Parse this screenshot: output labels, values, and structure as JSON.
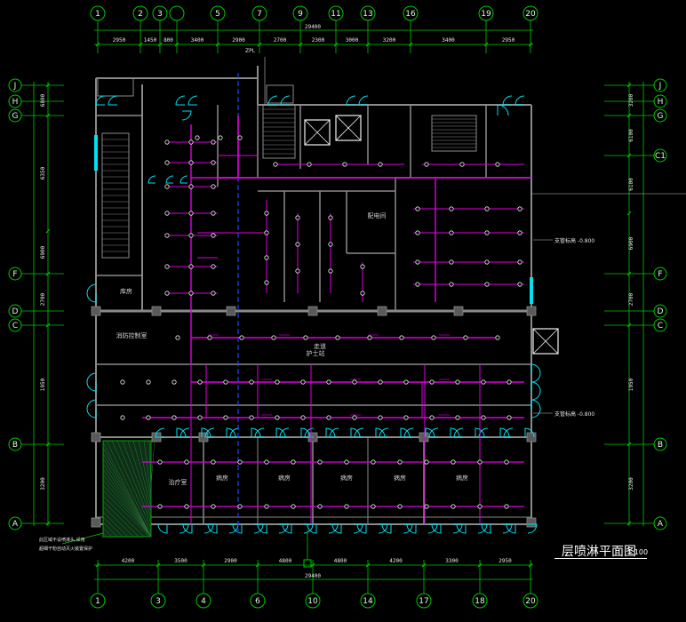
{
  "drawing": {
    "title": "层喷淋平面图",
    "scale": "1:100",
    "colors": {
      "background": "#000000",
      "grid": "#00c800",
      "wall": "#8a8a8a",
      "wall_fill": "#5a5a5a",
      "pipe": "#e000e0",
      "door": "#00e0f0",
      "riser": "#2040ff",
      "text": "#e8e8e8"
    },
    "icons": {
      "sprinkler": "sprinkler-head-icon",
      "stair": "stair-icon",
      "elevator": "elevator-icon",
      "axis_bubble": "axis-bubble-icon"
    }
  },
  "grid_top": [
    "1",
    "2",
    "3",
    "5",
    "7",
    "9",
    "11",
    "13",
    "16",
    "19",
    "20"
  ],
  "grid_bottom": [
    "1",
    "3",
    "4",
    "6",
    "10",
    "14",
    "17",
    "18",
    "20"
  ],
  "grid_left": [
    "J",
    "H",
    "G",
    "F",
    "D",
    "C",
    "B",
    "A"
  ],
  "grid_right": [
    "J",
    "H",
    "G",
    "C1",
    "F",
    "D",
    "C",
    "B",
    "A"
  ],
  "dims_top": [
    "2950",
    "1450",
    "800",
    "3400",
    "2900",
    "2700",
    "2300",
    "3000",
    "3200",
    "3400",
    "2950"
  ],
  "dims_top_total": "29400",
  "dims_bottom": [
    "4200",
    "3500",
    "2900",
    "4800",
    "4800",
    "4200",
    "3300",
    "2950"
  ],
  "dims_bottom_total": "29400",
  "dims_left": [
    "6800",
    "6350",
    "6900",
    "2700",
    "1950",
    "3200"
  ],
  "dims_right": [
    "3200",
    "6100",
    "6100",
    "6900",
    "2700",
    "1950",
    "3200"
  ],
  "rooms": [
    "消防控制室",
    "走道",
    "病房",
    "病房",
    "病房",
    "病房",
    "病房",
    "护士站",
    "治疗室",
    "配电间",
    "库房"
  ],
  "annotations": {
    "elevation_a": "支管标高 -0.800",
    "elevation_b": "支管标高 -0.800",
    "riser": "ZPL",
    "note_1": "此区域不设喷淋头,采用",
    "note_2": "超细干粉自动灭火装置保护"
  }
}
